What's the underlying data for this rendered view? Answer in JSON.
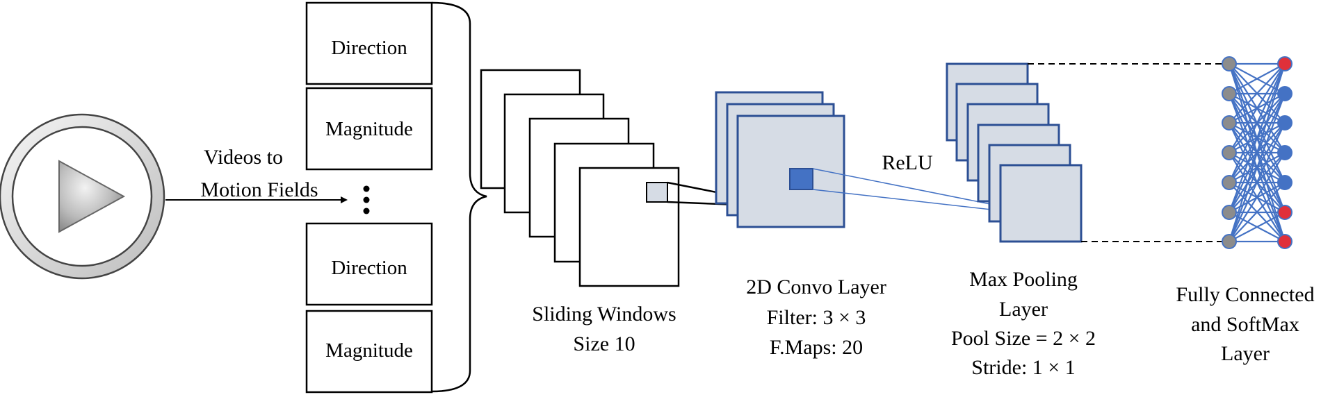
{
  "input": {
    "arrow_label": [
      "Videos to",
      "Motion Fields"
    ]
  },
  "channels": {
    "stack": [
      "Direction",
      "Magnitude",
      "Direction",
      "Magnitude"
    ]
  },
  "sliding_windows": {
    "caption": [
      "Sliding Windows",
      "Size 10"
    ]
  },
  "convolution": {
    "caption": [
      "2D Convo Layer",
      "Filter: 3 × 3",
      "F.Maps: 20"
    ]
  },
  "activation": {
    "label": "ReLU"
  },
  "max_pooling": {
    "caption": [
      "Max Pooling",
      "Layer",
      "Pool Size = 2 × 2",
      "Stride: 1 × 1"
    ]
  },
  "fully_connected": {
    "caption": [
      "Fully Connected",
      "and SoftMax",
      "Layer"
    ]
  },
  "colors": {
    "line": "#000000",
    "blue_stroke": "#2c4f94",
    "blue_line": "#4472c4",
    "feature_fill": "#d6dce5",
    "filter_fill": "#4472c4",
    "node_fill": "#8c8c8c",
    "output_accent": "#e0303a",
    "play_gray": "#bfbfbf"
  }
}
